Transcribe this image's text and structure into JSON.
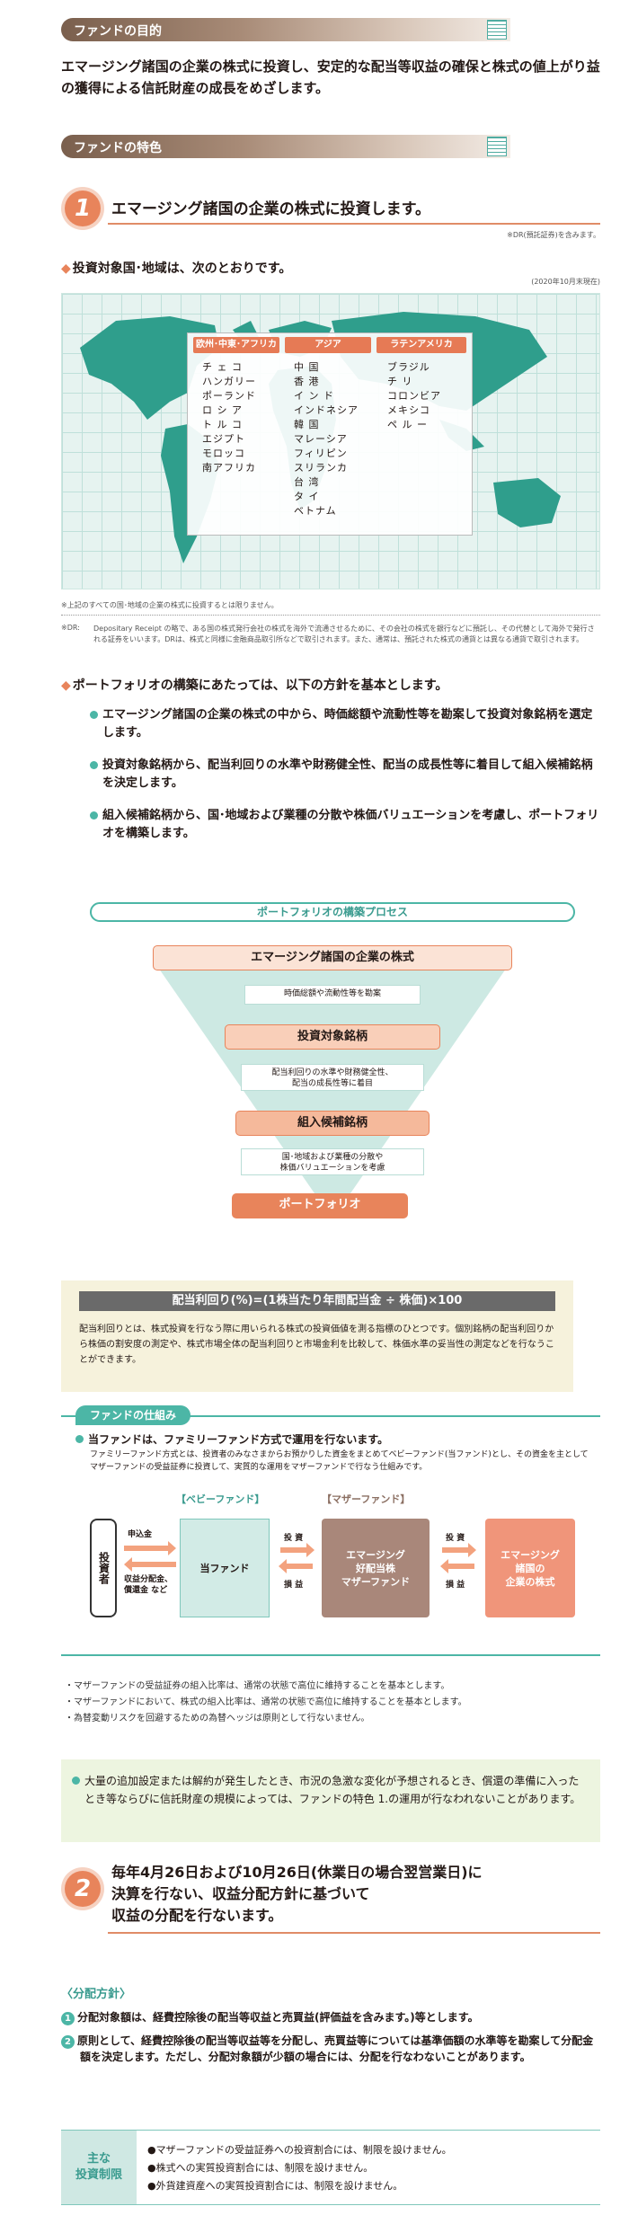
{
  "section1": {
    "title": "ファンドの目的"
  },
  "purpose": {
    "text": "エマージング諸国の企業の株式に投資し、安定的な配当等収益の確保と株式の値上がり益の獲得による信託財産の成長をめざします。"
  },
  "section2": {
    "title": "ファンドの特色"
  },
  "feature1": {
    "number": "1",
    "title": "エマージング諸国の企業の株式に投資します。",
    "dr_note": "※DR(預託証券)を含みます。",
    "target_heading": "投資対象国･地域は、次のとおりです。",
    "as_of": "(2020年10月末現在)",
    "regions": [
      {
        "name": "欧州･中東･アフリカ",
        "countries": [
          "チ ェ コ",
          "ハンガリー",
          "ポーランド",
          "ロ シ ア",
          "ト ル コ",
          "エジプト",
          "モロッコ",
          "南アフリカ"
        ]
      },
      {
        "name": "アジア",
        "countries": [
          "中 国",
          "香 港",
          "イ ン ド",
          "インドネシア",
          "韓 国",
          "マレーシア",
          "フィリピン",
          "スリランカ",
          "台 湾",
          "タ イ",
          "ベトナム"
        ]
      },
      {
        "name": "ラテンアメリカ",
        "countries": [
          "ブラジル",
          "チ リ",
          "コロンビア",
          "メキシコ",
          "ペ ル ー"
        ]
      }
    ],
    "map_note": "※上記のすべての国･地域の企業の株式に投資するとは限りません。",
    "dr_def_label": "※DR:",
    "dr_def": "Depositary Receipt の略で、ある国の株式発行会社の株式を海外で流通させるために、その会社の株式を銀行などに預託し、その代替として海外で発行される証券をいいます。DRは、株式と同様に金融商品取引所などで取引されます。また、通常は、預託された株式の通貨とは異なる通貨で取引されます。",
    "portfolio_heading": "ポートフォリオの構築にあたっては、以下の方針を基本とします。",
    "bullets": [
      "エマージング諸国の企業の株式の中から、時価総額や流動性等を勘案して投資対象銘柄を選定します。",
      "投資対象銘柄から、配当利回りの水準や財務健全性、配当の成長性等に着目して組入候補銘柄を決定します。",
      "組入候補銘柄から、国･地域および業種の分散や株価バリュエーションを考慮し、ポートフォリオを構築します。"
    ]
  },
  "process": {
    "title": "ポートフォリオの構築プロセス",
    "step1": "エマージング諸国の企業の株式",
    "note1": "時価総額や流動性等を勘案",
    "step2": "投資対象銘柄",
    "note2a": "配当利回りの水準や財務健全性、",
    "note2b": "配当の成長性等に着目",
    "step3": "組入候補銘柄",
    "note3a": "国･地域および業種の分散や",
    "note3b": "株価バリュエーションを考慮",
    "step4": "ポートフォリオ"
  },
  "formula": {
    "text": "配当利回り(%)=(1株当たり年間配当金 ÷ 株価)×100",
    "desc": "配当利回りとは、株式投資を行なう際に用いられる株式の投資価値を測る指標のひとつです。個別銘柄の配当利回りから株価の割安度の測定や、株式市場全体の配当利回りと市場金利を比較して、株価水準の妥当性の測定などを行なうことができます。"
  },
  "mechanism": {
    "tag": "ファンドの仕組み",
    "heading": "当ファンドは、ファミリーファンド方式で運用を行ないます。",
    "desc": "ファミリーファンド方式とは、投資者のみなさまからお預かりした資金をまとめてベビーファンド(当ファンド)とし、その資金を主としてマザーファンドの受益証券に投資して、実質的な運用をマザーファンドで行なう仕組みです。",
    "baby_label": "【ベビーファンド】",
    "mother_label": "【マザーファンド】",
    "investor": "投資者",
    "subscription": "申込金",
    "distribution1": "収益分配金、",
    "distribution2": "償還金 など",
    "baby_fund": "当ファンド",
    "invest1": "投 資",
    "pl1": "損 益",
    "mother1": "エマージング",
    "mother2": "好配当株",
    "mother3": "マザーファンド",
    "invest2": "投 資",
    "pl2": "損 益",
    "target1": "エマージング",
    "target2": "諸国の",
    "target3": "企業の株式"
  },
  "notes": [
    "・マザーファンドの受益証券の組入比率は、通常の状態で高位に維持することを基本とします。",
    "・マザーファンドにおいて、株式の組入比率は、通常の状態で高位に維持することを基本とします。",
    "・為替変動リスクを回避するための為替ヘッジは原則として行ないません。"
  ],
  "caution": "大量の追加設定または解約が発生したとき、市況の急激な変化が予想されるとき、償還の準備に入ったとき等ならびに信託財産の規模によっては、ファンドの特色 1.の運用が行なわれないことがあります。",
  "feature2": {
    "number": "2",
    "line1": "毎年4月26日および10月26日(休業日の場合翌営業日)に",
    "line2": "決算を行ない、収益分配方針に基づいて",
    "line3": "収益の分配を行ないます。"
  },
  "distribution": {
    "heading": "〈分配方針〉",
    "items": [
      {
        "num": "1",
        "text": "分配対象額は、経費控除後の配当等収益と売買益(評価益を含みます。)等とします。"
      },
      {
        "num": "2",
        "text": "原則として、経費控除後の配当等収益等を分配し、売買益等については基準価額の水準等を勘案して分配金額を決定します。ただし、分配対象額が少額の場合には、分配を行なわないことがあります。"
      }
    ]
  },
  "limits": {
    "head1": "主な",
    "head2": "投資制限",
    "items": [
      "●マザーファンドの受益証券への投資割合には、制限を設けません。",
      "●株式への実質投資割合には、制限を設けません。",
      "●外貨建資産への実質投資割合には、制限を設けません。"
    ]
  },
  "colors": {
    "accent": "#e8845b",
    "teal": "#4cb6a6",
    "brown": "#a9877a"
  }
}
